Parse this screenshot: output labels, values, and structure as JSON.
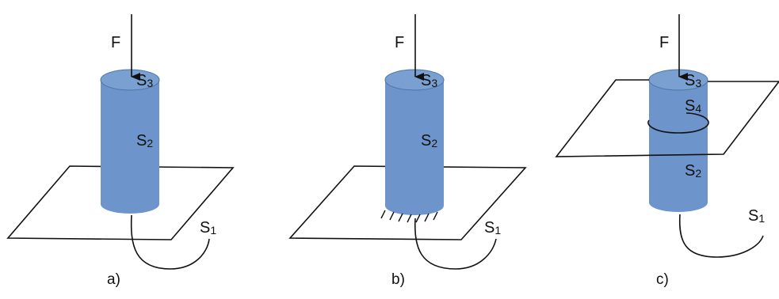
{
  "colors": {
    "cylinder": "#6d95cb",
    "cylinder_top": "#7aa0d2",
    "stroke": "#111111"
  },
  "panels": [
    {
      "caption": "a)",
      "force": {
        "main": "F"
      },
      "labels": [
        {
          "main": "S",
          "sub": "3"
        },
        {
          "main": "S",
          "sub": "2"
        },
        {
          "main": "S",
          "sub": "1"
        }
      ]
    },
    {
      "caption": "b)",
      "force": {
        "main": "F"
      },
      "labels": [
        {
          "main": "S",
          "sub": "3"
        },
        {
          "main": "S",
          "sub": "2"
        },
        {
          "main": "S",
          "sub": "1"
        }
      ]
    },
    {
      "caption": "c)",
      "force": {
        "main": "F"
      },
      "labels": [
        {
          "main": "S",
          "sub": "3"
        },
        {
          "main": "S",
          "sub": "4"
        },
        {
          "main": "S",
          "sub": "2"
        },
        {
          "main": "S",
          "sub": "1"
        }
      ]
    }
  ]
}
